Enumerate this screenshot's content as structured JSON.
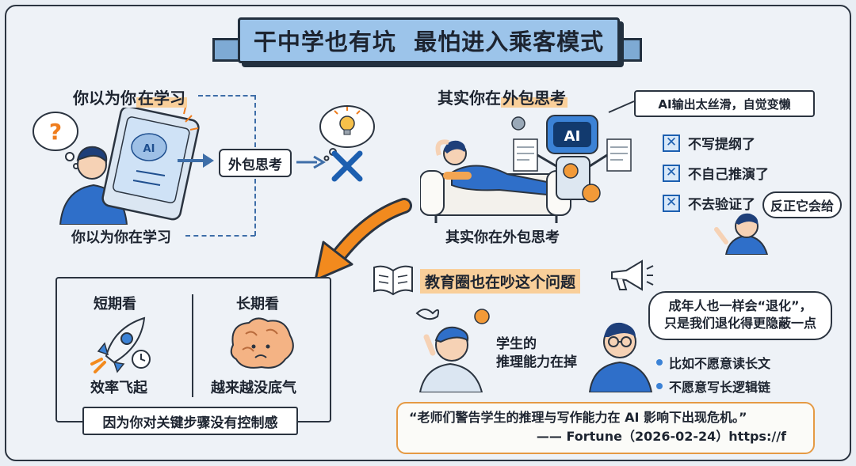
{
  "title": "干中学也有坑  最怕进入乘客模式",
  "left": {
    "heading_prefix": "你以为你",
    "heading_highlight": "在学习",
    "caption": "你以为你在学习",
    "middle_box": "外包思考",
    "tablet_label": "AI"
  },
  "right": {
    "heading_prefix": "其实你在",
    "heading_highlight": "外包思考",
    "caption": "其实你在外包思考",
    "robot_label": "AI",
    "callout": "AI输出太丝滑，自觉变懒",
    "checklist": [
      "不写提纲了",
      "不自己推演了",
      "不去验证了"
    ],
    "check_mark": "✕",
    "speech": "反正它会给"
  },
  "bottom_left": {
    "short_term": {
      "label": "短期看",
      "result": "效率飞起"
    },
    "long_term": {
      "label": "长期看",
      "result": "越来越没底气"
    },
    "footer": "因为你对关键步骤没有控制感"
  },
  "education": {
    "heading": "教育圈也在吵这个问题",
    "student_caption_1": "学生的",
    "student_caption_2": "推理能力在掉",
    "adult_bubble_1": "成年人也一样会“退化”，",
    "adult_bubble_2": "只是我们退化得更隐蔽一点",
    "bullets": [
      "比如不愿意读长文",
      "不愿意写长逻辑链"
    ]
  },
  "quote": {
    "text": "“老师们警告学生的推理与写作能力在 AI 影响下出现危机。”",
    "source": "—— Fortune（2026-02-24）https://f"
  },
  "colors": {
    "accent_blue": "#1c5fb0",
    "highlight_orange": "#f9cf9a",
    "arrow_orange": "#f28a1e",
    "banner": "#9cc4ea"
  }
}
